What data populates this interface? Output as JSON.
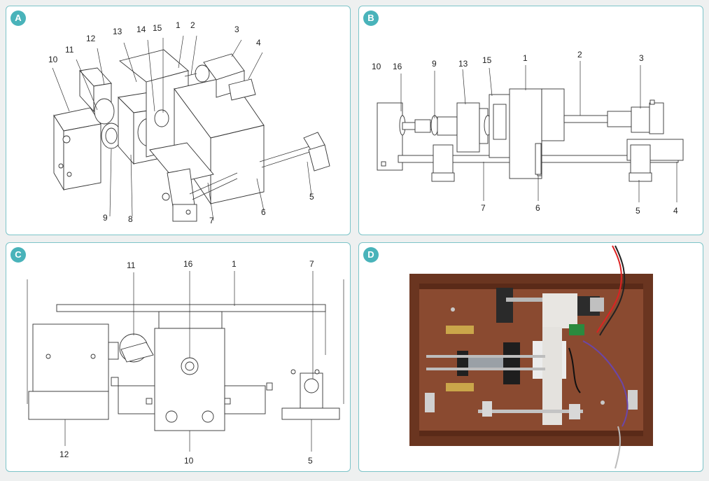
{
  "colors": {
    "accent": "#49b3ba",
    "border": "#7cc4c8"
  },
  "panels": {
    "A": {
      "badge": "A",
      "labels": {
        "l1": "1",
        "l2": "2",
        "l3": "3",
        "l4": "4",
        "l5": "5",
        "l6": "6",
        "l7": "7",
        "l8": "8",
        "l9": "9",
        "l10": "10",
        "l11": "11",
        "l12": "12",
        "l13": "13",
        "l14": "14",
        "l15": "15"
      }
    },
    "B": {
      "badge": "B",
      "labels": {
        "l1": "1",
        "l2": "2",
        "l3": "3",
        "l4": "4",
        "l5": "5",
        "l6": "6",
        "l7": "7",
        "l9": "9",
        "l10": "10",
        "l13": "13",
        "l15": "15",
        "l16": "16"
      }
    },
    "C": {
      "badge": "C",
      "labels": {
        "l1": "1",
        "l5": "5",
        "l7": "7",
        "l10": "10",
        "l11": "11",
        "l12": "12",
        "l16": "16"
      }
    },
    "D": {
      "badge": "D"
    }
  }
}
